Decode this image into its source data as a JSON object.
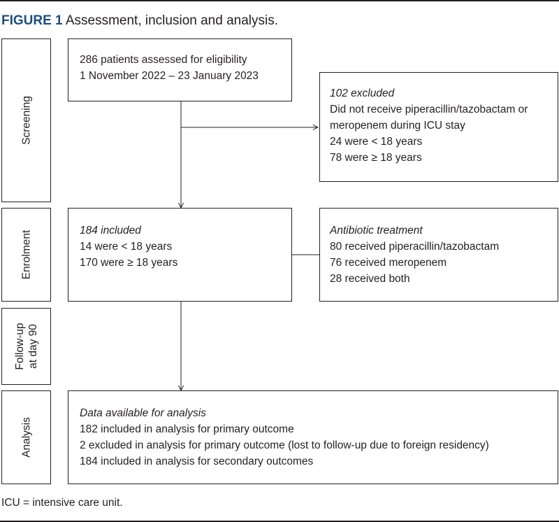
{
  "figure": {
    "label": "FIGURE 1",
    "title": "Assessment, inclusion and analysis."
  },
  "stages": {
    "screening": "Screening",
    "enrolment": "Enrolment",
    "followup_line1": "Follow-up",
    "followup_line2": "at day 90",
    "analysis": "Analysis"
  },
  "boxes": {
    "assessed": {
      "line1": "286 patients assessed for eligibility",
      "line2": "1 November 2022 – 23 January 2023"
    },
    "excluded": {
      "heading": "102 excluded",
      "line1": "Did not receive piperacillin/tazobactam or",
      "line2": "meropenem during ICU stay",
      "line3": "24 were < 18 years",
      "line4": "78 were ≥ 18 years"
    },
    "included": {
      "heading": "184 included",
      "line1": "14 were < 18 years",
      "line2": "170 were ≥ 18 years"
    },
    "treatment": {
      "heading": "Antibiotic treatment",
      "line1": "80 received piperacillin/tazobactam",
      "line2": "76 received meropenem",
      "line3": "28 received both"
    },
    "analysis": {
      "heading": "Data available for analysis",
      "line1": "182 included in analysis for primary outcome",
      "line2": "2 excluded in analysis for primary outcome (lost to follow-up due to foreign residency)",
      "line3": "184 included in analysis for secondary outcomes"
    }
  },
  "footnote": "ICU = intensive care unit."
}
